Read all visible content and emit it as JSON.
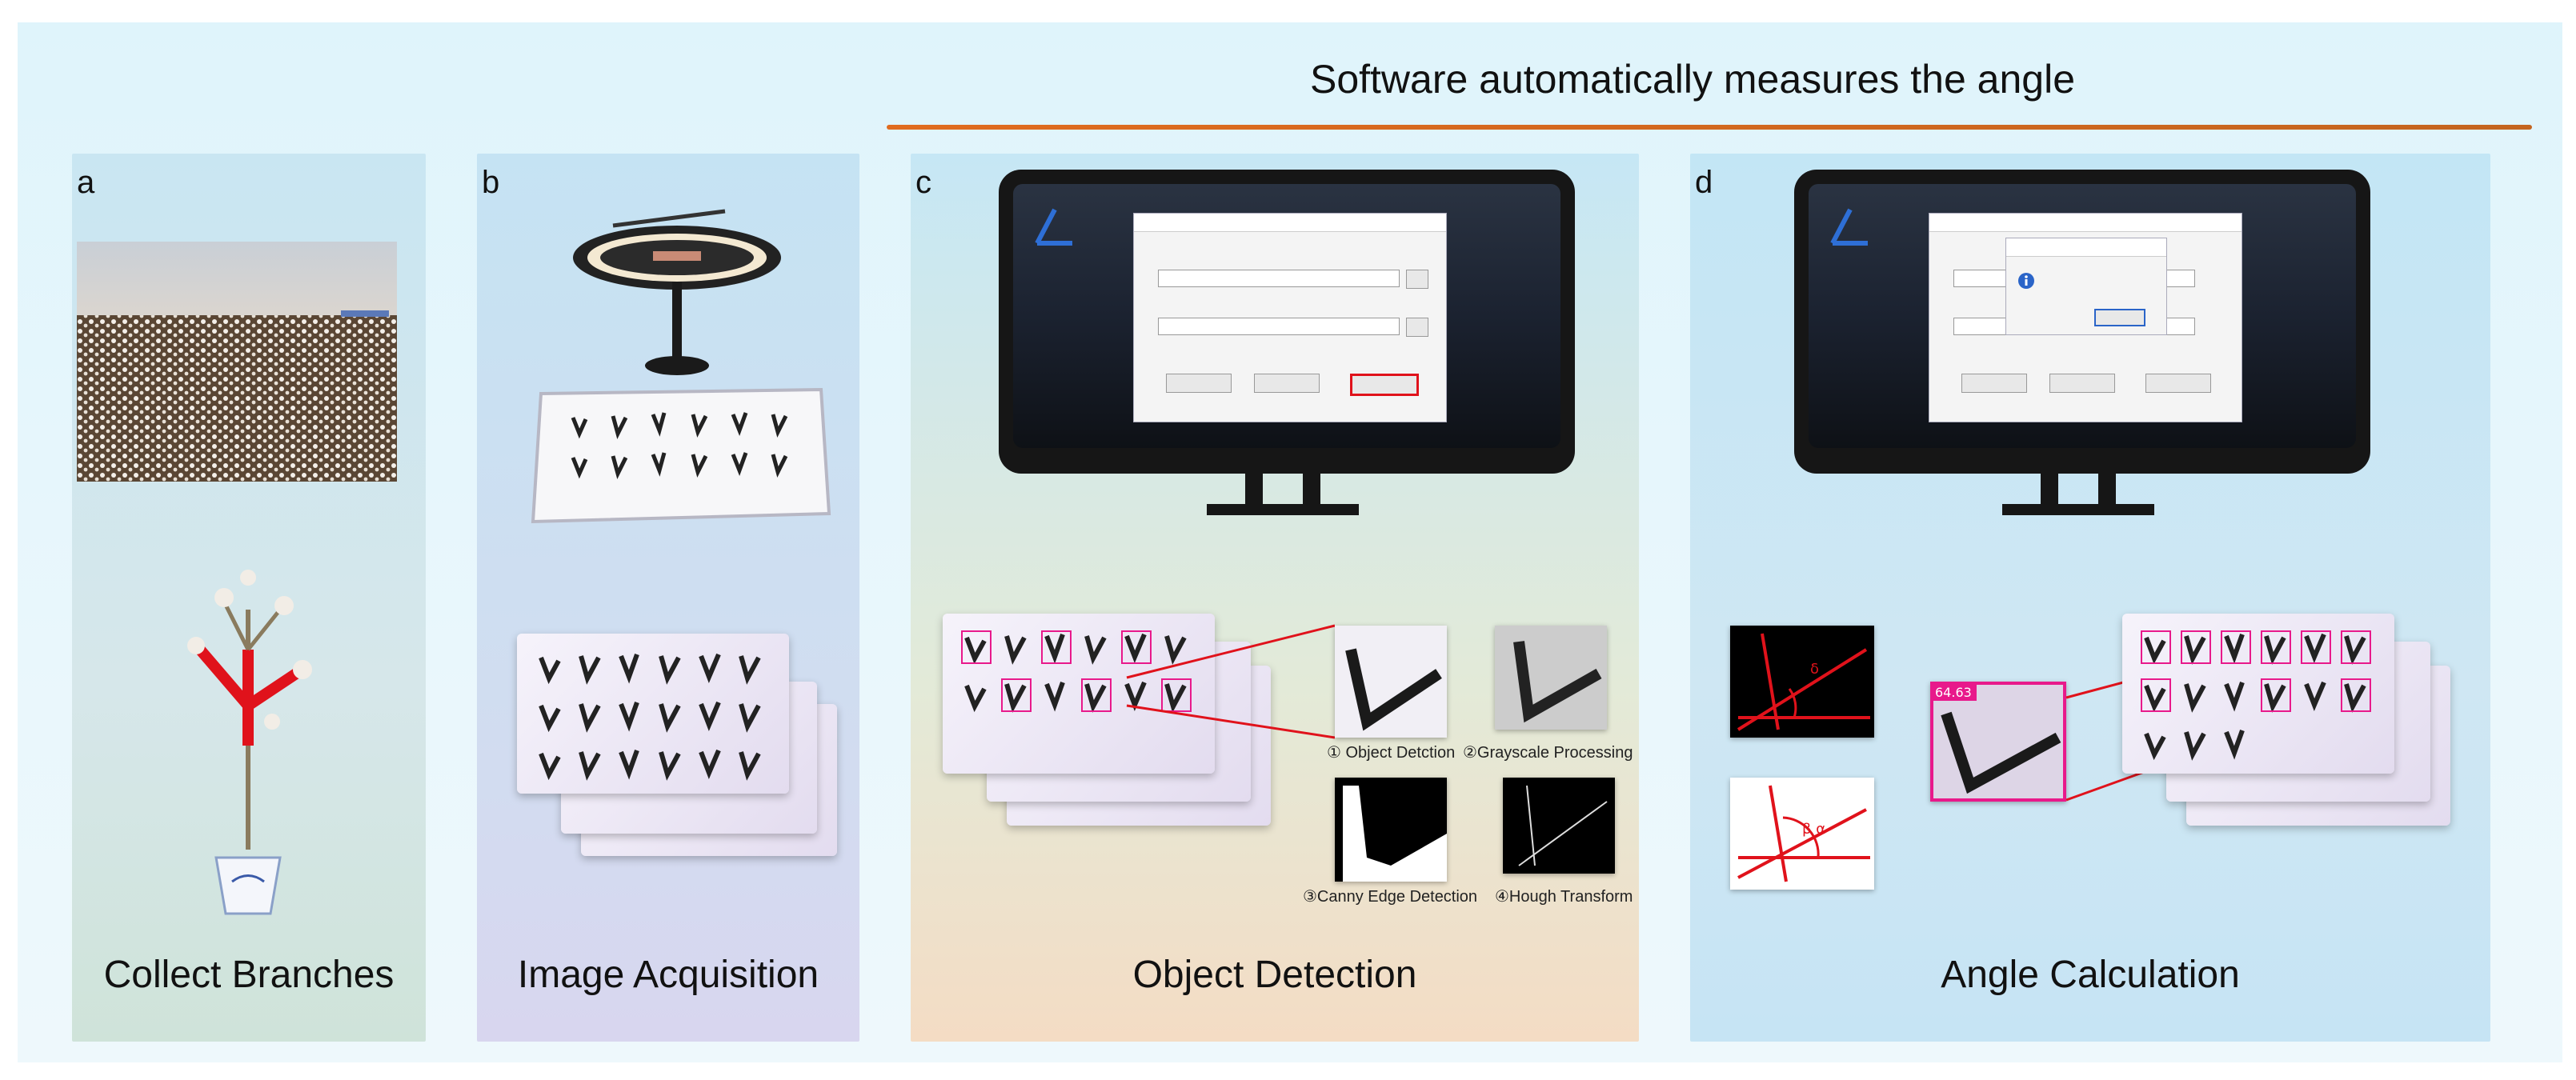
{
  "header": {
    "title": "Software automatically measures the angle"
  },
  "panels": [
    {
      "letter": "a",
      "title": "Collect Branches"
    },
    {
      "letter": "b",
      "title": "Image Acquisition"
    },
    {
      "letter": "c",
      "title": "Object Detection"
    },
    {
      "letter": "d",
      "title": "Angle Calculation"
    }
  ],
  "steps": {
    "s1": "① Object Detction",
    "s2": "②Grayscale Processing",
    "s3": "③Canny Edge Detection",
    "s4": "④Hough Transform"
  },
  "angle_labels": {
    "box": "64.63",
    "beta": "β α",
    "b1": "δ"
  },
  "colors": {
    "accent_line": "#e06b1f",
    "highlight": "#e8198b",
    "branch_red": "#e0121b"
  }
}
